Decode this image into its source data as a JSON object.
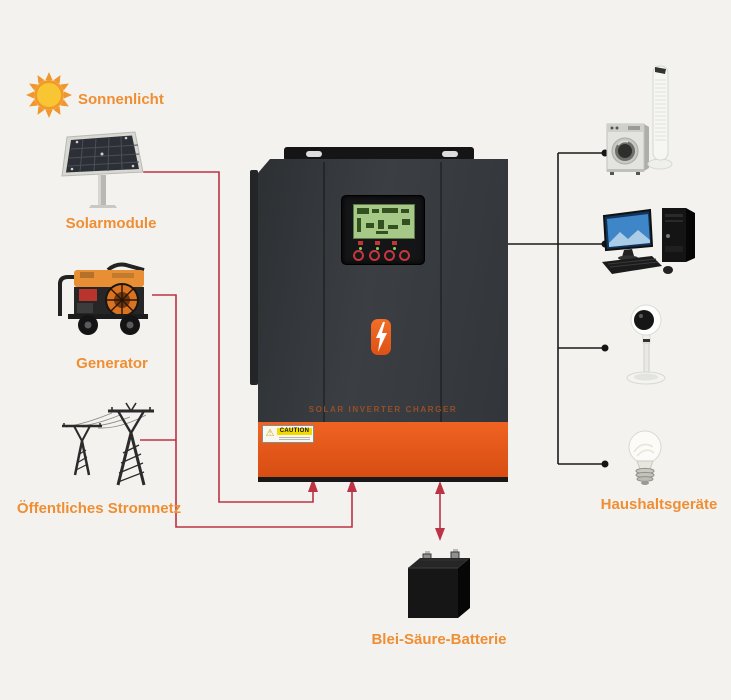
{
  "diagram": {
    "type": "solar-inverter-system",
    "labels": {
      "sunlight": "Sonnenlicht",
      "solar_modules": "Solarmodule",
      "generator": "Generator",
      "public_grid": "Öffentliches Stromnetz",
      "battery": "Blei-Säure-Batterie",
      "household_appliances": "Haushaltsgeräte"
    },
    "inverter": {
      "brand_text": "SOLAR INVERTER CHARGER",
      "caution_label": "CAUTION",
      "warning_icon": "⚠"
    },
    "connections": [
      {
        "from": "Solarmodule",
        "to": "inverter",
        "color": "#BC3345"
      },
      {
        "from": "Generator",
        "to": "inverter",
        "color": "#BC3345"
      },
      {
        "from": "Öffentliches Stromnetz",
        "to": "inverter",
        "color": "#BC3345"
      },
      {
        "from": "inverter",
        "to": "Blei-Säure-Batterie",
        "color": "#BC3345",
        "bidirectional": true
      },
      {
        "from": "inverter",
        "to": "washing-machine",
        "color": "#1B1B1B"
      },
      {
        "from": "inverter",
        "to": "desktop-computer",
        "color": "#1B1B1B"
      },
      {
        "from": "inverter",
        "to": "camera-fan",
        "color": "#1B1B1B"
      },
      {
        "from": "inverter",
        "to": "light-bulb",
        "color": "#1B1B1B"
      }
    ],
    "colors": {
      "label_orange": "#EF8E33",
      "connector_red": "#BC3345",
      "connector_black": "#1B1B1B",
      "inverter_body": "#33363A",
      "inverter_accent_orange": "#E85B1E",
      "lcd_green": "#A6C987",
      "sun_yellow": "#F8C632",
      "background": "#F3F2EF"
    }
  }
}
